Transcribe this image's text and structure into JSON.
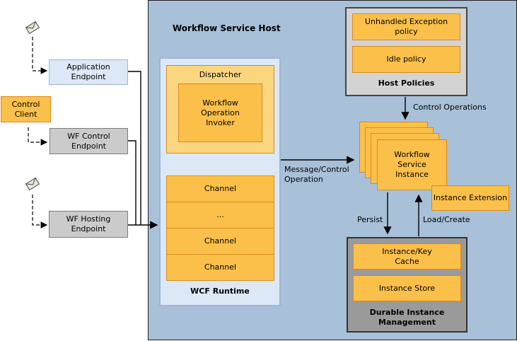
{
  "host": {
    "title": "Workflow Service Host"
  },
  "endpoints": {
    "application": "Application\nEndpoint",
    "control": "WF Control\nEndpoint",
    "hosting": "WF Hosting\nEndpoint"
  },
  "control_client": "Control\nClient",
  "wcf": {
    "dispatcher": "Dispatcher",
    "invoker": "Workflow\nOperation\nInvoker",
    "channels": [
      "Channel",
      "...",
      "Channel",
      "Channel"
    ],
    "title": "WCF Runtime"
  },
  "policies": {
    "unhandled": "Unhandled Exception\npolicy",
    "idle": "Idle policy",
    "title": "Host Policies"
  },
  "instance": {
    "name": "Workflow\nService\nInstance",
    "extension": "Instance Extension"
  },
  "durable": {
    "cache": "Instance/Key\nCache",
    "store": "Instance Store",
    "title": "Durable Instance\nManagement"
  },
  "arrows": {
    "control_ops": "Control Operations",
    "message": "Message/Control\nOperation",
    "persist": "Persist",
    "load": "Load/Create"
  },
  "colors": {
    "host_bg": "#a8c0d8",
    "orange": "#fbc04a",
    "light_orange": "#fbd67f",
    "endpoint_blue": "#dce8f6",
    "gray": "#cbcbcb",
    "dark_gray": "#9a9a9a"
  }
}
